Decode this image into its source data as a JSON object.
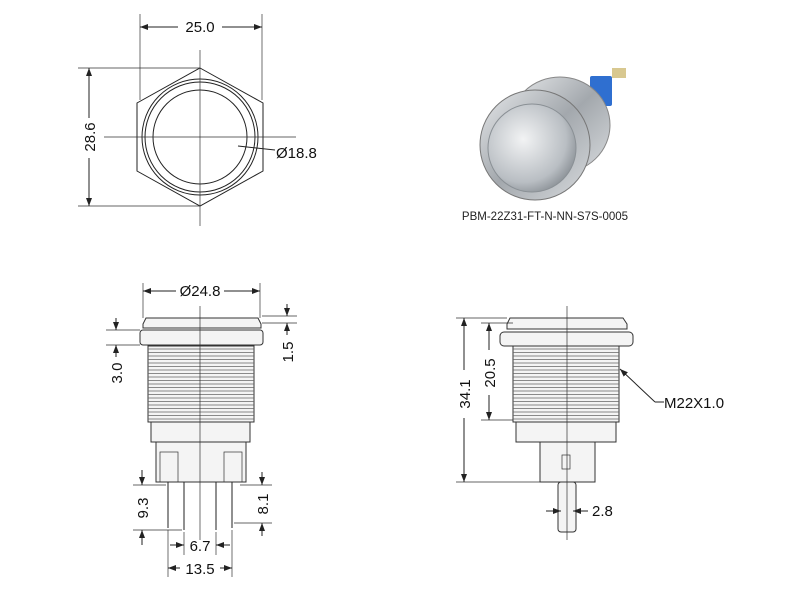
{
  "product_code": "PBM-22Z31-FT-N-NN-S7S-0005",
  "top_view": {
    "width": "25.0",
    "height": "28.6",
    "diameter": "Ø18.8"
  },
  "front_view": {
    "diameter": "Ø24.8",
    "nut_height": "3.0",
    "cap_height": "1.5",
    "pin_length_left": "9.3",
    "pin_length_right": "8.1",
    "pin_spacing_inner": "6.7",
    "pin_spacing_outer": "13.5"
  },
  "side_view": {
    "overall_length": "34.1",
    "thread_length": "20.5",
    "thread_spec": "M22X1.0",
    "terminal_width": "2.8"
  },
  "colors": {
    "line": "#222222",
    "metal": "#c8ccd0",
    "terminal_blue": "#2f6fd0"
  }
}
